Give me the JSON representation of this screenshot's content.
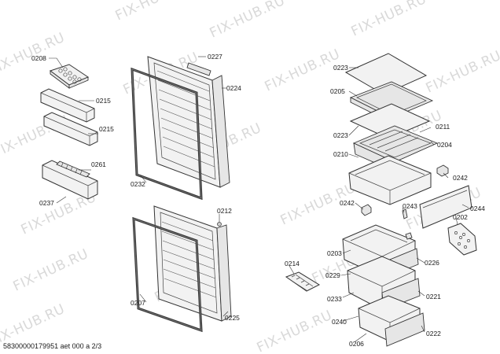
{
  "watermark": "FIX-HUB.RU",
  "footer": "58300000179951 aet 000 a 2/3",
  "labels": {
    "l0208": "0208",
    "l0215a": "0215",
    "l0215b": "0215",
    "l0261": "0261",
    "l0237": "0237",
    "l0227": "0227",
    "l0224": "0224",
    "l0232": "0232",
    "l0212": "0212",
    "l0207": "0207",
    "l0225": "0225",
    "l0214": "0214",
    "l0223a": "0223",
    "l0205": "0205",
    "l0223b": "0223",
    "l0211": "0211",
    "l0204": "0204",
    "l0210": "0210",
    "l0242a": "0242",
    "l0242b": "0242",
    "l0243": "0243",
    "l0244": "0244",
    "l0202": "0202",
    "l0203": "0203",
    "l0226": "0226",
    "l0229": "0229",
    "l0233": "0233",
    "l0221": "0221",
    "l0240": "0240",
    "l0222": "0222",
    "l0206": "0206"
  }
}
